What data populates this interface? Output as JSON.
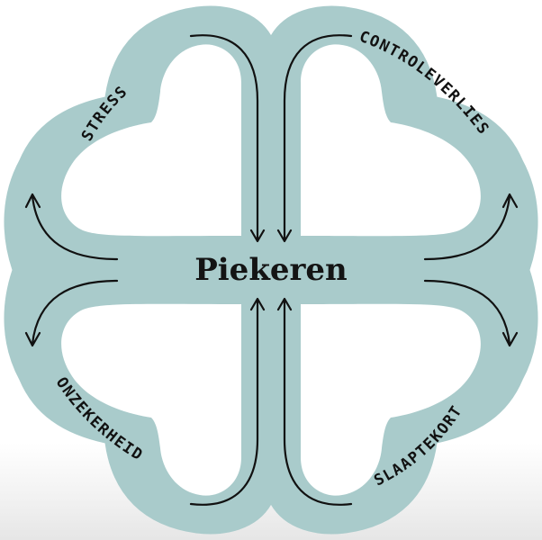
{
  "diagram": {
    "center": "Piekeren",
    "quadrants": {
      "top_left": "STRESS",
      "top_right": "CONTROLEVERLIES",
      "bottom_left": "ONZEKERHEID",
      "bottom_right": "SLAAPTEKORT"
    }
  },
  "colors": {
    "shape_fill": "#a9cbcb",
    "shape_stroke": "#9cc2c2",
    "hole_fill": "#ffffff",
    "arrow": "#111111"
  }
}
